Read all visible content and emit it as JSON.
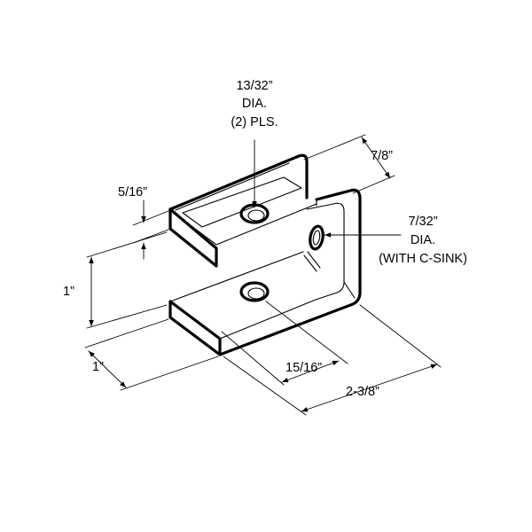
{
  "labels": {
    "hole_top_size": "13/32”",
    "hole_top_dia": "DIA.",
    "hole_top_count": "(2) PLS.",
    "width_top": "7/8”",
    "thickness": "5/16”",
    "hole_side_size": "7/32”",
    "hole_side_dia": "DIA.",
    "hole_side_note": "(WITH C-SINK)",
    "gap_height": "1”",
    "depth_front": "1”",
    "hole_offset": "15/16”",
    "length_overall": "2-3/8”"
  }
}
